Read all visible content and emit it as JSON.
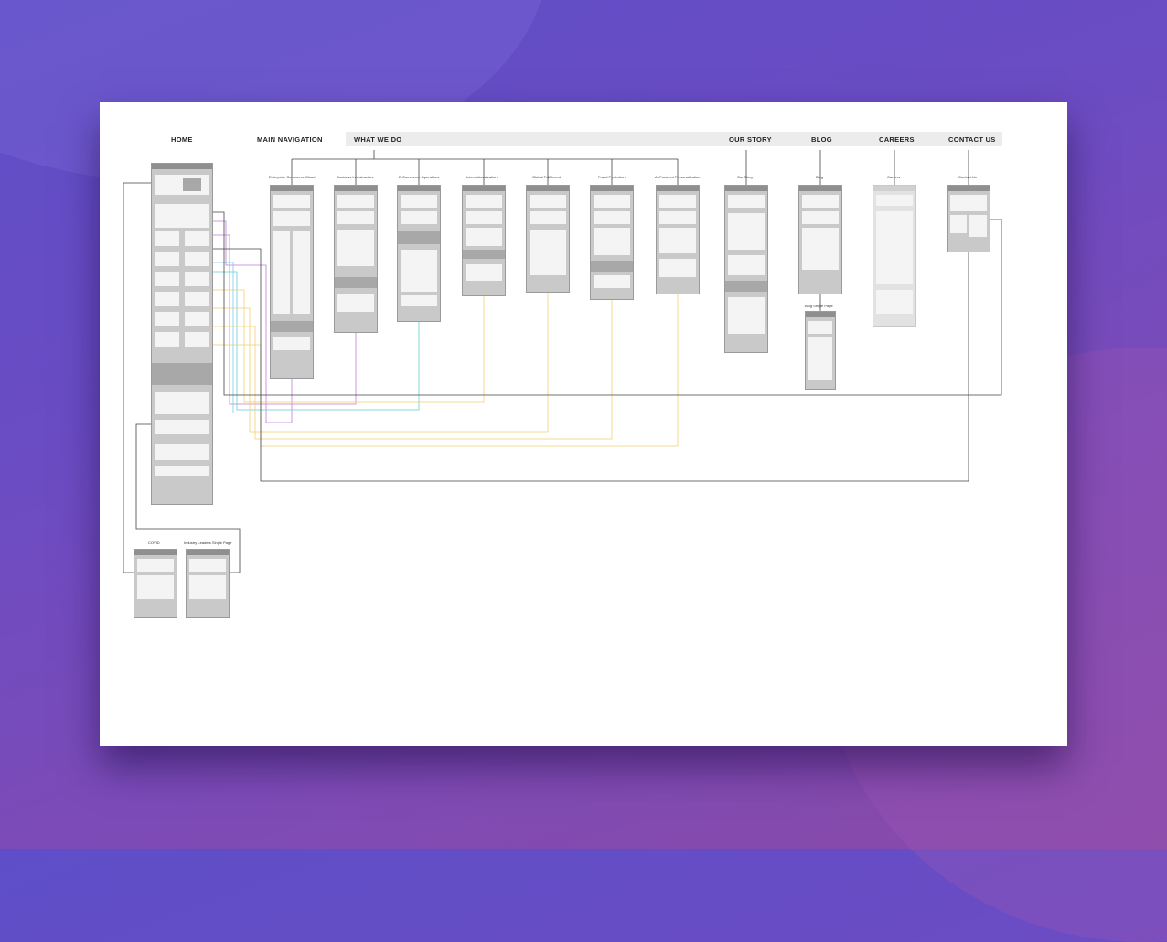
{
  "nav": {
    "home": "HOME",
    "main_navigation": "MAIN NAVIGATION",
    "what_we_do": "WHAT WE DO",
    "our_story": "OUR STORY",
    "blog": "BLOG",
    "careers": "CAREERS",
    "contact_us": "CONTACT US"
  },
  "pages": {
    "enterprise": "Enterprise Commerce Cloud",
    "business": "Business Infrastructure",
    "ecommerce": "E-Commerce Operations",
    "intl": "Internationalization",
    "fulfillment": "Global Fulfillment",
    "fraud": "Fraud Protection",
    "ai": "AI-Powered Personalization",
    "our_story": "Our Story",
    "blog": "Blog",
    "careers": "Careers",
    "contact": "Contact Us",
    "blog_single": "Blog Single Page",
    "covid": "COVID",
    "industry": "Industry Leaders Single Page"
  },
  "colors": {
    "background_start": "#5e4fc8",
    "background_end": "#8a4aa8",
    "wireframe": "#c9c9c9",
    "link_dark": "#444444",
    "link_purple": "#c27be0",
    "link_teal": "#5fd0d8",
    "link_yellow": "#f0d070",
    "link_lightblue": "#7ec8ee"
  }
}
